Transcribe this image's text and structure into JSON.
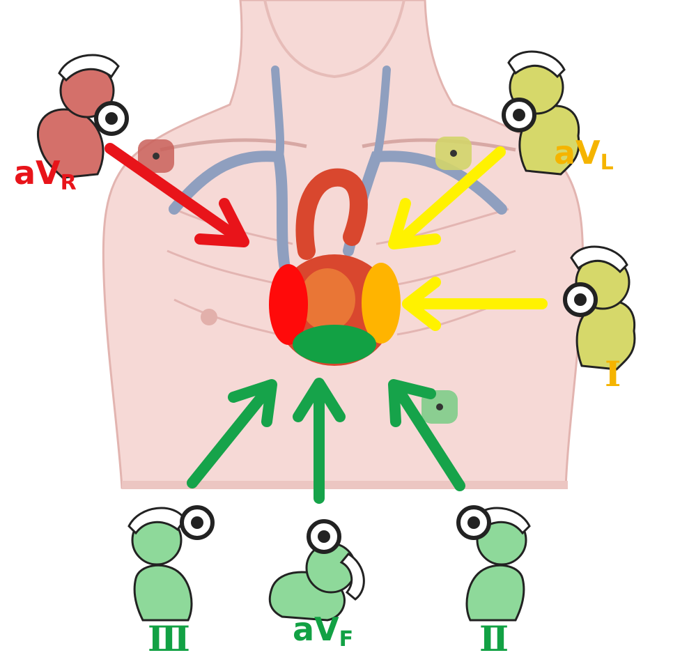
{
  "leads": {
    "avr": {
      "main": "aV",
      "sub": "R",
      "color": "#e8141a"
    },
    "avl": {
      "main": "aV",
      "sub": "L",
      "color": "#f5b400"
    },
    "lead1": {
      "label": "Ⅰ",
      "color": "#f5b400"
    },
    "avf": {
      "main": "aV",
      "sub": "F",
      "color": "#12a144"
    },
    "lead2": {
      "label": "Ⅱ",
      "color": "#12a144"
    },
    "lead3": {
      "label": "Ⅲ",
      "color": "#12a144"
    }
  },
  "colors": {
    "skin": "#f6d9d6",
    "skin_shadow": "#e5b7b3",
    "vein": "#8f9fbf",
    "heart": "#d9472e",
    "arrow_red": "#e8141a",
    "arrow_yellow": "#fff200",
    "arrow_green": "#16a34a",
    "region_right": "#ff0a0a",
    "region_left": "#ffb400",
    "region_inferior": "#12a144",
    "nurse_red": "#d4706a",
    "nurse_yellow": "#d6d86a",
    "nurse_green": "#8ed99a"
  }
}
